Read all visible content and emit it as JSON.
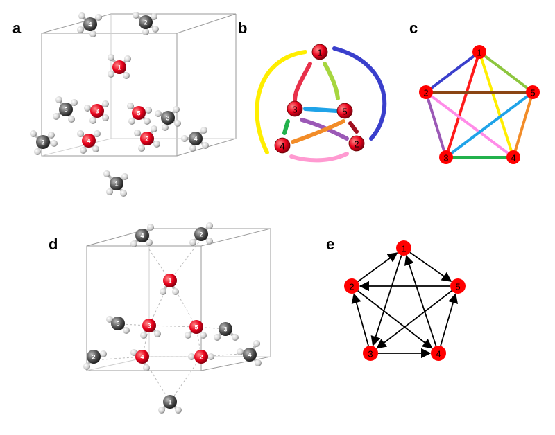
{
  "panels": {
    "a": {
      "label": "a"
    },
    "b": {
      "label": "b"
    },
    "c": {
      "label": "c"
    },
    "d": {
      "label": "d"
    },
    "e": {
      "label": "e"
    }
  },
  "nodes": [
    "1",
    "2",
    "3",
    "4",
    "5"
  ],
  "colors": {
    "red": "#e8001a",
    "gray": "#4a4a4a",
    "white_atom": "#d8d8d8",
    "blue": "#3a3fcc",
    "green": "#8dc63f",
    "brown": "#8b4513",
    "yellow": "#ffee00",
    "cyan": "#1fa3e8",
    "pink": "#ff8ce8",
    "purple": "#9b59b6",
    "orange": "#f28c28",
    "dkgreen": "#22b14c",
    "crimson": "#dc1f3a"
  },
  "graph_c": {
    "edges": [
      {
        "from": "1",
        "to": "2",
        "color": "#3a3fcc"
      },
      {
        "from": "1",
        "to": "5",
        "color": "#8dc63f"
      },
      {
        "from": "1",
        "to": "3",
        "color": "#ff1a1a"
      },
      {
        "from": "1",
        "to": "4",
        "color": "#ffee00"
      },
      {
        "from": "2",
        "to": "5",
        "color": "#8b4513"
      },
      {
        "from": "2",
        "to": "3",
        "color": "#9b59b6"
      },
      {
        "from": "2",
        "to": "4",
        "color": "#ff8ce8"
      },
      {
        "from": "3",
        "to": "5",
        "color": "#1fa3e8"
      },
      {
        "from": "3",
        "to": "4",
        "color": "#22b14c"
      },
      {
        "from": "4",
        "to": "5",
        "color": "#f28c28"
      }
    ]
  },
  "graph_e": {
    "edges": [
      {
        "from": "2",
        "to": "1"
      },
      {
        "from": "1",
        "to": "5"
      },
      {
        "from": "5",
        "to": "2"
      },
      {
        "from": "1",
        "to": "3"
      },
      {
        "from": "3",
        "to": "2"
      },
      {
        "from": "4",
        "to": "1"
      },
      {
        "from": "2",
        "to": "4"
      },
      {
        "from": "5",
        "to": "3"
      },
      {
        "from": "3",
        "to": "4"
      },
      {
        "from": "4",
        "to": "5"
      }
    ]
  }
}
